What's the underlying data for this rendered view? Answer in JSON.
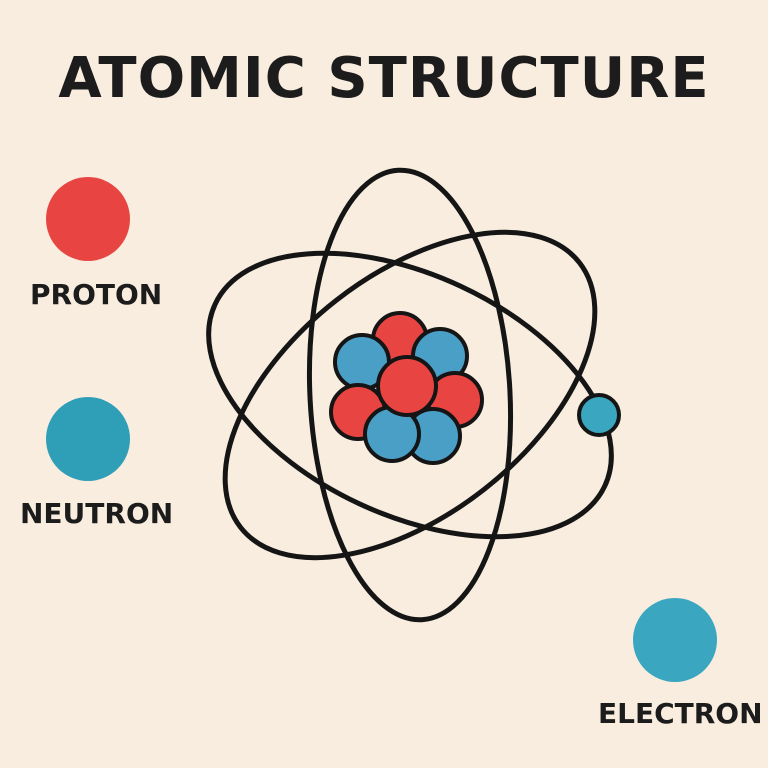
{
  "title": "ATOMIC STRUCTURE",
  "legend": [
    {
      "label": "PROTON",
      "color": "#e84542"
    },
    {
      "label": "NEUTRON",
      "color": "#2f9fb8"
    },
    {
      "label": "ELECTRON",
      "color": "#3aa6bf"
    }
  ],
  "colors": {
    "background": "#f8eddf",
    "orbit": "#151515",
    "proton": "#e84542",
    "neutron": "#4a9fc7",
    "electron": "#3aa6bf"
  }
}
